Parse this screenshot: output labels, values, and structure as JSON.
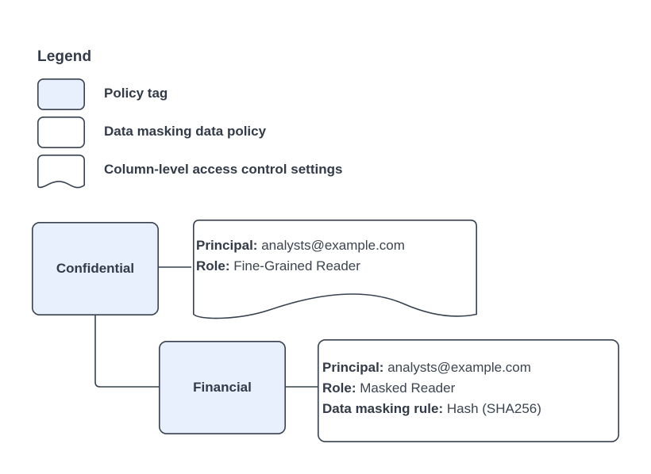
{
  "legend": {
    "title": "Legend",
    "items": [
      {
        "shape": "rounded-rect-filled",
        "fill": "#e8f0fe",
        "label": "Policy tag"
      },
      {
        "shape": "rounded-rect",
        "fill": "#ffffff",
        "label": "Data masking data policy"
      },
      {
        "shape": "wave-bottom-document",
        "fill": "#ffffff",
        "label": "Column-level access control settings"
      }
    ]
  },
  "diagram": {
    "nodes": [
      {
        "id": "confidential",
        "label": "Confidential",
        "type": "policy-tag",
        "fill": "#e8f0fe"
      },
      {
        "id": "financial",
        "label": "Financial",
        "type": "policy-tag",
        "fill": "#e8f0fe"
      }
    ],
    "callouts": [
      {
        "id": "confidential-access",
        "shape": "wave-bottom-document",
        "attached_to": "confidential",
        "lines": [
          {
            "key": "Principal:",
            "value": "analysts@example.com"
          },
          {
            "key": "Role:",
            "value": "Fine-Grained Reader"
          }
        ]
      },
      {
        "id": "financial-policy",
        "shape": "rounded-rect",
        "attached_to": "financial",
        "lines": [
          {
            "key": "Principal:",
            "value": "analysts@example.com"
          },
          {
            "key": "Role:",
            "value": "Masked Reader"
          },
          {
            "key": "Data masking rule:",
            "value": "Hash (SHA256)"
          }
        ]
      }
    ]
  },
  "colors": {
    "tag_fill": "#e8f0fe",
    "stroke": "#37414f",
    "text": "#333b48",
    "value_text": "#3c4450",
    "background": "#ffffff"
  }
}
